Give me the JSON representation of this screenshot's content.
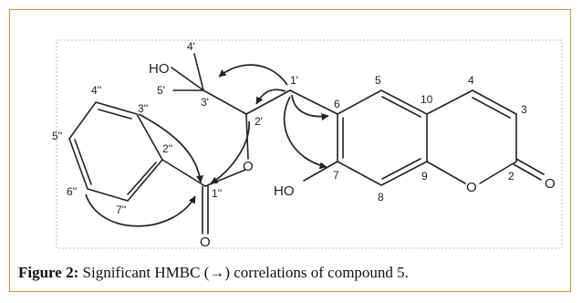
{
  "figure": {
    "caption_label": "Figure 2:",
    "caption_text": "Significant HMBC (→) correlations of compound 5."
  },
  "atoms": {
    "ho_top": "HO",
    "ho_bottom": "HO",
    "o_ester": "O",
    "o_carbonyl_ester": "O",
    "o_ring": "O",
    "o_lactone": "O"
  },
  "locants": {
    "n4p": "4'",
    "n5p": "5'",
    "n3p": "3'",
    "n2p": "2'",
    "n1p": "1'",
    "n5": "5",
    "n4": "4",
    "n3": "3",
    "n10": "10",
    "n6": "6",
    "n7": "7",
    "n8": "8",
    "n9": "9",
    "n2": "2",
    "n4pp": "4''",
    "n3pp": "3''",
    "n5pp": "5''",
    "n2pp": "2''",
    "n6pp": "6''",
    "n7pp": "7''",
    "n1pp": "1''"
  }
}
